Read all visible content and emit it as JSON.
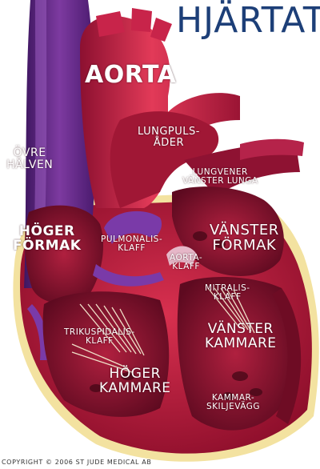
{
  "title": "HJÄRTAT",
  "labels": {
    "aorta": "AORTA",
    "lungpulsader": [
      "LUNGPULS-",
      "ÅDER"
    ],
    "lungvener": [
      "LUNGVENER",
      "VÄNSTER LUNGA"
    ],
    "ovre_halven": [
      "ÖVRE",
      "HÅLVEN"
    ],
    "hoger_formak": [
      "HÖGER",
      "FÖRMAK"
    ],
    "vanster_formak": [
      "VÄNSTER",
      "FÖRMAK"
    ],
    "pulmonalisklaff": [
      "PULMONALIS-",
      "KLAFF"
    ],
    "aortaklaff": [
      "AORTA-",
      "KLAFF"
    ],
    "mitralisklaff": [
      "MITRALIS-",
      "KLAFF"
    ],
    "vanster_kammare": [
      "VÄNSTER",
      "KAMMARE"
    ],
    "trikuspidalisklaff": [
      "TRIKUSPIDALIS-",
      "KLAFF"
    ],
    "hoger_kammare": [
      "HÖGER",
      "KAMMARE"
    ],
    "kammarskiljevagg": [
      "KAMMAR-",
      "SKILJEVÄGG"
    ]
  },
  "copyright": "COPYRIGHT © 2006 ST JUDE MEDICAL AB",
  "colors": {
    "title_blue": "#1d3f78",
    "vein_purple": "#6b2d8a",
    "heart_red": "#b5173a",
    "muscle_dark": "#7a0f2a",
    "fat_yellow": "#f3e2a0"
  }
}
